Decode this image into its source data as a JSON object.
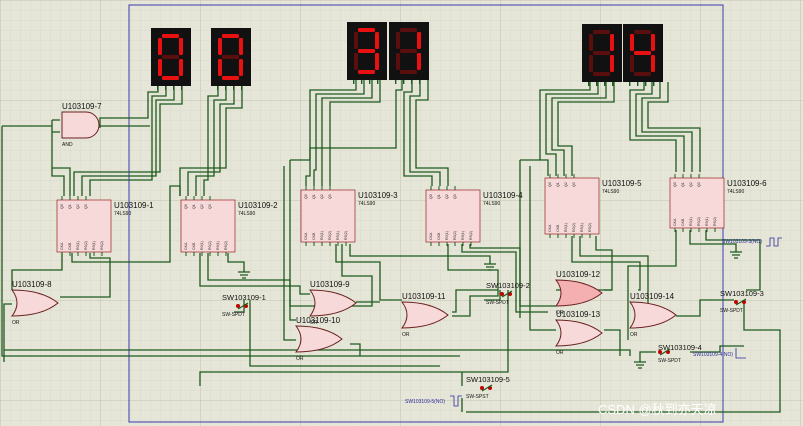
{
  "displays": [
    {
      "id": "d1",
      "digit": "0"
    },
    {
      "id": "d2",
      "digit": "0"
    },
    {
      "id": "d3",
      "digit": "3"
    },
    {
      "id": "d4",
      "digit": "1"
    },
    {
      "id": "d5",
      "digit": "1"
    },
    {
      "id": "d6",
      "digit": "4"
    }
  ],
  "counters": [
    {
      "ref": "U103109-1",
      "type": "74LS90"
    },
    {
      "ref": "U103109-2",
      "type": "74LS90"
    },
    {
      "ref": "U103109-3",
      "type": "74LS90"
    },
    {
      "ref": "U103109-4",
      "type": "74LS90"
    },
    {
      "ref": "U103109-5",
      "type": "74LS90"
    },
    {
      "ref": "U103109-6",
      "type": "74LS90"
    }
  ],
  "gates": [
    {
      "ref": "U103109-7",
      "type": "AND"
    },
    {
      "ref": "U103109-8",
      "type": "OR"
    },
    {
      "ref": "U103109-9",
      "type": "OR"
    },
    {
      "ref": "U103109-10",
      "type": "OR"
    },
    {
      "ref": "U103109-11",
      "type": "OR"
    },
    {
      "ref": "U103109-12",
      "type": "OR"
    },
    {
      "ref": "U103109-13",
      "type": "OR"
    },
    {
      "ref": "U103109-14",
      "type": "OR"
    }
  ],
  "switches": [
    {
      "ref": "SW103109-1",
      "type": "SW-SPDT"
    },
    {
      "ref": "SW103109-2",
      "type": "SW-SPDT"
    },
    {
      "ref": "SW103109-3",
      "type": "SW-SPDT"
    },
    {
      "ref": "SW103109-4",
      "type": "SW-SPDT"
    },
    {
      "ref": "SW103109-5",
      "type": "SW-SPST"
    }
  ],
  "clocks": [
    {
      "ref": "SW103109-3(NO)"
    },
    {
      "ref": "SW103109-4(NO)"
    },
    {
      "ref": "SW103109-5(NO)"
    }
  ],
  "pins": {
    "outputs": [
      "Q0",
      "Q1",
      "Q2",
      "Q3"
    ],
    "inputs": [
      "CKA",
      "CKB",
      "R0(1)",
      "R0(2)",
      "R9(1)",
      "R9(2)"
    ]
  },
  "watermark": "CSDN @秋到亦天凉",
  "colors": {
    "background": "#e6e6d8",
    "grid": "#c9c9b8",
    "wire": "#1d5a1d",
    "frame": "#3a3ab0",
    "chip_fill": "#f7d9d9",
    "segment_on": "#e81010"
  }
}
